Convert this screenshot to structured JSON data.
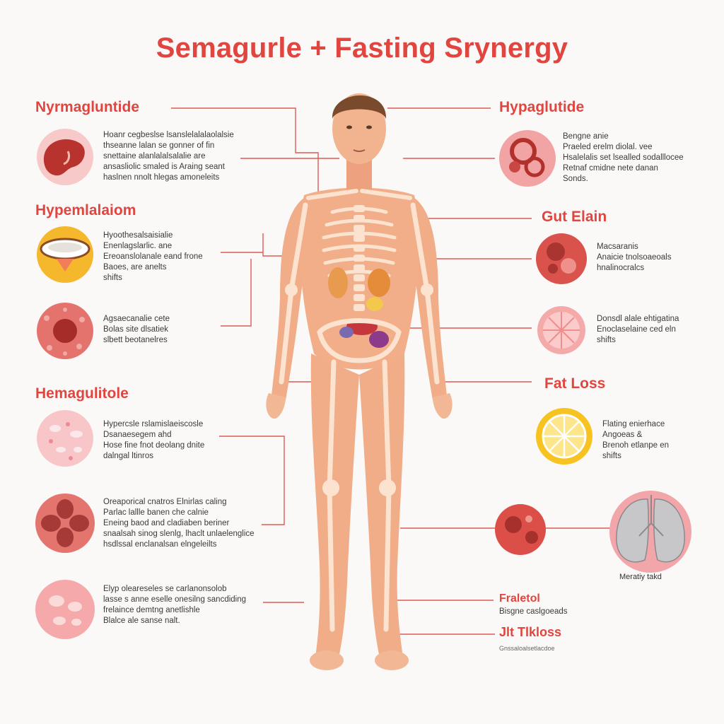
{
  "title": "Semagurle + Fasting Srynergy",
  "left": {
    "headings": [
      "Nyrmagluntide",
      "Hypemlalaiom",
      "Hemagulitole"
    ],
    "descriptions": [
      [
        "Hoanr cegbeslse lsanslelalalaolalsie",
        "thseanne lalan se gonner of fin",
        "snettaine alanlalalsalalie are",
        "ansasliolic smaled is Araing seant",
        "haslnen nnolt hlegas amoneleits"
      ],
      [
        "Hyoothesalsaisialie",
        "Enenlagslarlic. ane",
        "Ereoanslolanale eand frone",
        "Baoes, are anelts",
        "shifts"
      ],
      [
        "Agsaecanalie cete",
        "Bolas site dlsatiek",
        "slbett beotanelres"
      ],
      [
        "Hypercsle rslamislaeiscosle",
        "Dsanaesegem ahd",
        "Hose fine fnot deolang dnite",
        "dalngal ltinros"
      ],
      [
        "Oreaporical cnatros Elnirlas caling",
        "Parlac lallle banen che calnie",
        "Eneing baod and cladiaben beriner",
        "snaalsah sinog slenlg, lhaclt unlaelenglice",
        "hsdlssal enclanalsan elngeleilts"
      ],
      [
        "Elyp oleareseles se carlanonsolob",
        "lasse s anne eselle onesilng sancdiding",
        "frelaince demtng anetlishle",
        "Blalce ale sanse nalt."
      ]
    ]
  },
  "right": {
    "headings": [
      "Hypaglutide",
      "Gut Elain",
      "Fat Loss",
      "Fraletol",
      "Jlt Tlkloss"
    ],
    "descriptions": [
      [
        "Bengne anie",
        "Praeled erelm diolal. vee",
        "Hsalelalis set lsealled sodalllocee",
        "Retnaf cmidne nete danan",
        "Sonds."
      ],
      [
        "Macsaranis",
        "Anaicie tnolsoaeoals",
        "hnalinocralcs"
      ],
      [
        "Donsdl alale ehtigatina",
        "Enoclaselaine ced eln",
        "shifts"
      ],
      [
        "Flating enierhace",
        "Angoeas &",
        "Brenoh etlanpe en",
        "shifts"
      ],
      [
        "Bisgne caslgoeads"
      ],
      [
        "Gnssaloalsetlacdoe"
      ]
    ],
    "caption": "Meratiy takd"
  },
  "colors": {
    "accent": "#e0453f",
    "skin": "#f2b08c",
    "bone": "#fbe3cf",
    "line": "#e05a55"
  }
}
